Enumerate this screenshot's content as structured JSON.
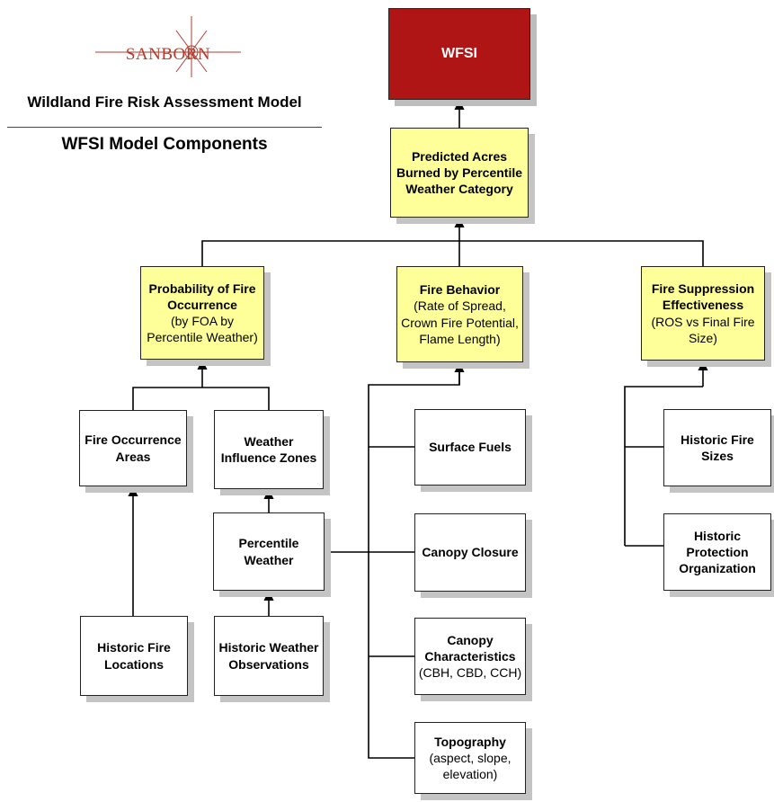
{
  "logo": {
    "text": "SANBORN"
  },
  "header": {
    "subtitle": "Wildland Fire Risk Assessment Model",
    "title": "WFSI Model Components"
  },
  "nodes": {
    "wfsi": {
      "title": "WFSI"
    },
    "predicted_acres": {
      "title": "Predicted Acres Burned by Percentile Weather Category"
    },
    "probability": {
      "title": "Probability of Fire Occurrence",
      "detail": "(by FOA by Percentile Weather)"
    },
    "fire_behavior": {
      "title": "Fire Behavior",
      "detail": "(Rate of Spread, Crown Fire Potential, Flame Length)"
    },
    "suppression": {
      "title": "Fire Suppression Effectiveness",
      "detail": "(ROS vs Final Fire Size)"
    },
    "fire_occurrence_areas": {
      "title": "Fire Occurrence Areas"
    },
    "weather_influence_zones": {
      "title": "Weather Influence Zones"
    },
    "percentile_weather": {
      "title": "Percentile Weather"
    },
    "historic_fire_locations": {
      "title": "Historic Fire Locations"
    },
    "historic_weather_obs": {
      "title": "Historic Weather Observations"
    },
    "surface_fuels": {
      "title": "Surface Fuels"
    },
    "canopy_closure": {
      "title": "Canopy Closure"
    },
    "canopy_characteristics": {
      "title": "Canopy Characteristics",
      "detail": "(CBH, CBD, CCH)"
    },
    "topography": {
      "title": "Topography",
      "detail": "(aspect, slope, elevation)"
    },
    "historic_fire_sizes": {
      "title": "Historic Fire Sizes"
    },
    "historic_protection": {
      "title": "Historic Protection Organization"
    }
  },
  "colors": {
    "wfsi_fill": "#b01515",
    "highlight_fill": "#ffff99",
    "box_fill": "#ffffff",
    "shadow": "#c4c4c4",
    "logo": "#b33b2e"
  }
}
